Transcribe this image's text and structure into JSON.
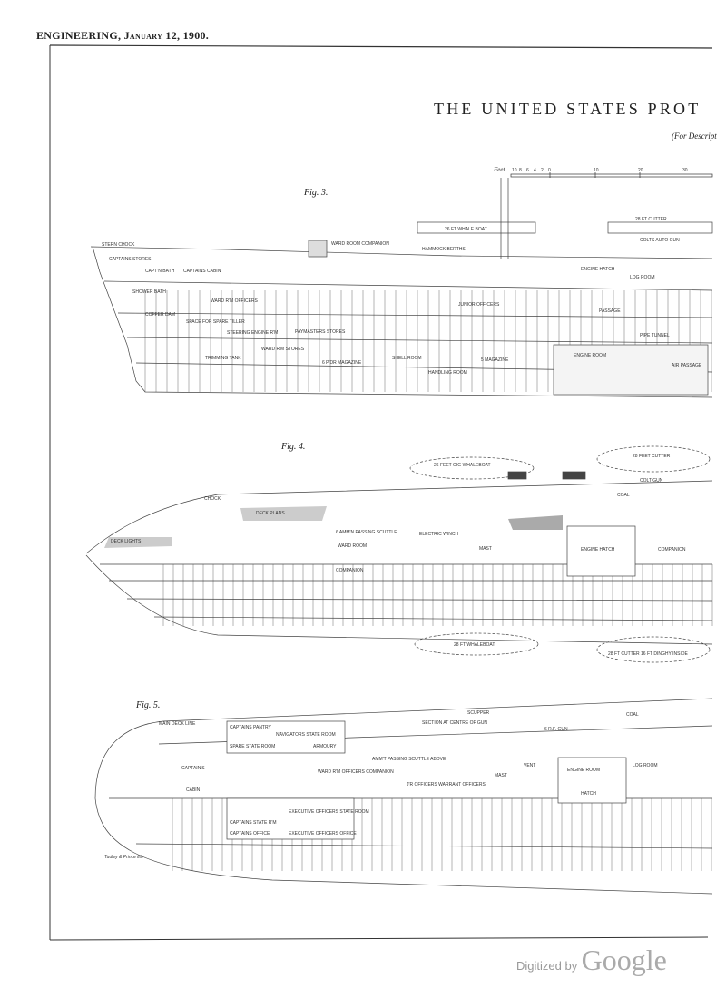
{
  "header": {
    "journal": "ENGINEERING,",
    "date": "January 12, 1900."
  },
  "title": "THE UNITED STATES PROT",
  "subtitle": "(For Descript",
  "scale": {
    "label": "Feet",
    "ticks": [
      "10",
      "8",
      "6",
      "4",
      "2",
      "0",
      "10",
      "20",
      "30"
    ]
  },
  "fig3": {
    "label": "Fig. 3.",
    "labels": [
      "STERN CHOCK",
      "CAPTAINS STORES",
      "CAPT'N BATH",
      "CAPTAINS CABIN",
      "SHOWER BATH",
      "WARD R'M OFFICERS",
      "COFFER DAM",
      "SPACE FOR SPARE TILLER",
      "STEERING ENGINE R'M",
      "TRIMMING TANK",
      "WARD R'M STORES",
      "PAYMASTERS STORES",
      "6 P'DR MAGAZINE",
      "SHELL ROOM",
      "HANDLING ROOM",
      "5 MAGAZINE",
      "ENGINE ROOM",
      "ENGINE HATCH",
      "LOG ROOM",
      "PASSAGE",
      "PIPE TUNNEL",
      "AIR PASSAGE",
      "28 FT CUTTER",
      "COLTS AUTO GUN",
      "26 FT WHALE BOAT",
      "HAMMOCK BERTHS",
      "WARD ROOM COMPANION",
      "JUNIOR OFFICERS"
    ]
  },
  "fig4": {
    "label": "Fig. 4.",
    "labels": [
      "26 FEET GIG WHALEBOAT",
      "28 FEET CUTTER",
      "COLT GUN",
      "CHOCK",
      "DECK PLANS",
      "DECK LIGHTS",
      "6 AMM'N PASSING SCUTTLE",
      "ELECTRIC WINCH",
      "WARD ROOM",
      "COMPANION",
      "ENGINE HATCH",
      "COMPANION",
      "MAST",
      "COAL",
      "28 FT WHALEBOAT",
      "28 FT CUTTER 16 FT DINGHY INSIDE"
    ]
  },
  "fig5": {
    "label": "Fig. 5.",
    "labels": [
      "MAIN DECK LINE",
      "CAPTAINS PANTRY",
      "SPARE STATE ROOM",
      "NAVIGATORS STATE ROOM",
      "ARMOURY",
      "CAPTAIN'S",
      "CABIN",
      "CAPTAINS STATE R'M",
      "CAPTAINS OFFICE",
      "EXECUTIVE OFFICERS STATE ROOM",
      "EXECUTIVE OFFICERS OFFICE",
      "AMM'T PASSING SCUTTLE ABOVE",
      "WARD R'M OFFICERS COMPANION",
      "J'R OFFICERS WARRANT OFFICERS",
      "SECTION AT CENTRE OF GUN",
      "SCUPPER",
      "6 R.F. GUN",
      "ENGINE ROOM",
      "LOG ROOM",
      "HATCH",
      "COAL",
      "MAST",
      "VENT"
    ],
    "credit": "Tudley & Prince lith"
  },
  "footer": {
    "digitized": "Digitized by",
    "brand": "Google"
  }
}
